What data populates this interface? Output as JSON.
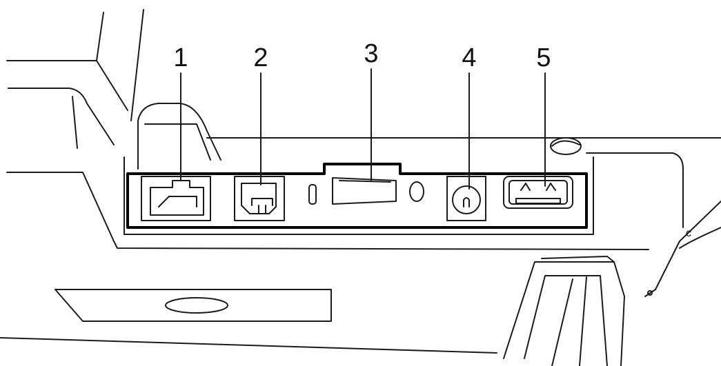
{
  "callouts": [
    {
      "label": "1",
      "component": "rj-port"
    },
    {
      "label": "2",
      "component": "usb-b-port"
    },
    {
      "label": "3",
      "component": "power-switch"
    },
    {
      "label": "4",
      "component": "dc-power-jack"
    },
    {
      "label": "5",
      "component": "usb-a-port"
    }
  ],
  "side_mark": "c"
}
